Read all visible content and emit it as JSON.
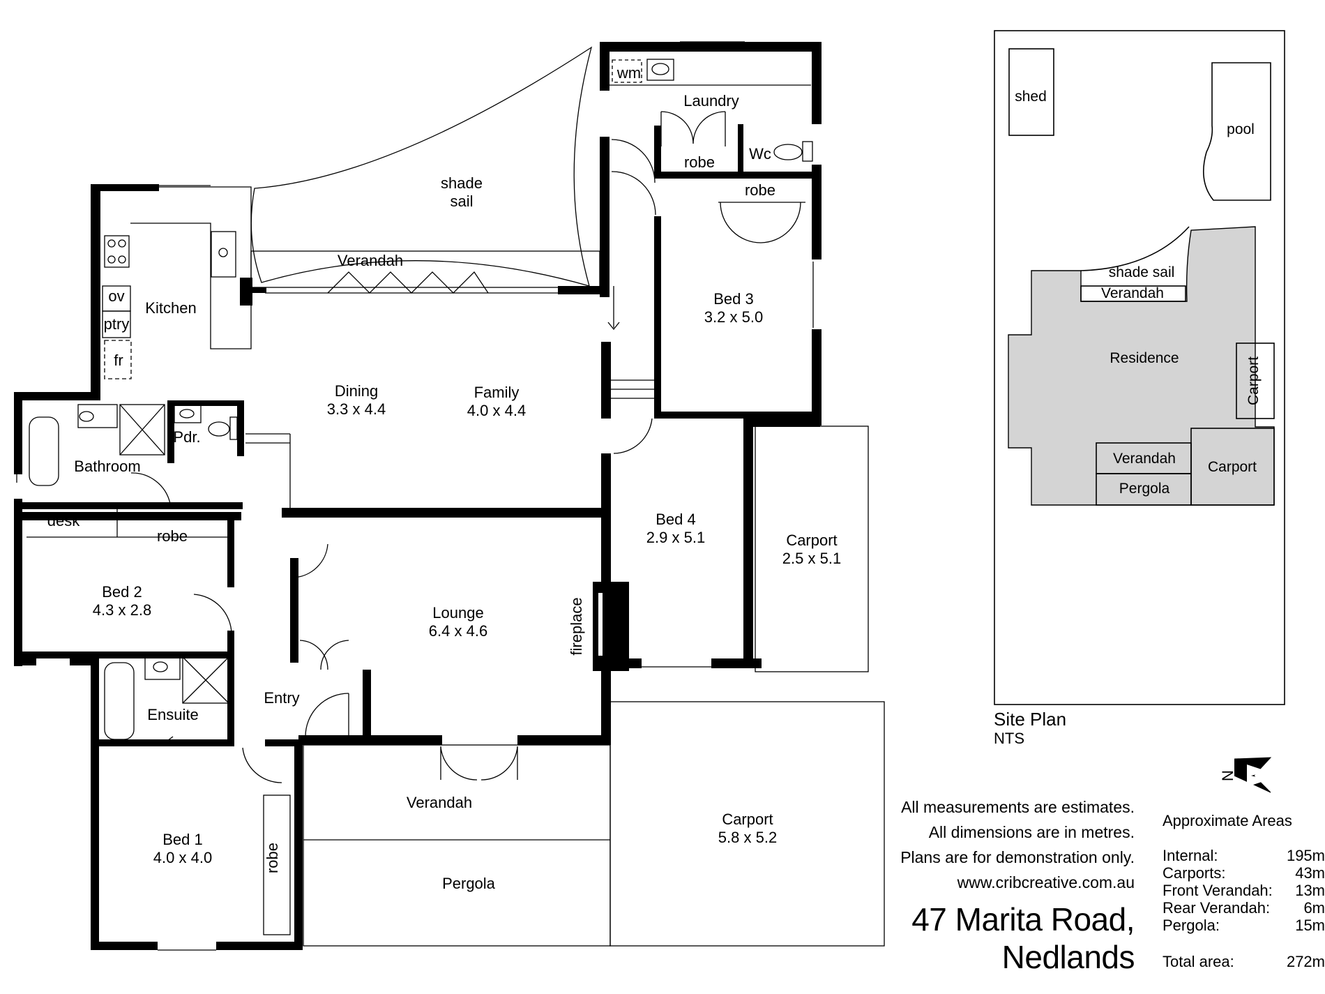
{
  "floor_plan": {
    "rooms": [
      {
        "id": "laundry",
        "name": "Laundry",
        "size": ""
      },
      {
        "id": "wm",
        "name": "wm",
        "size": ""
      },
      {
        "id": "laundry_robe",
        "name": "robe",
        "size": ""
      },
      {
        "id": "wc",
        "name": "Wc",
        "size": ""
      },
      {
        "id": "bed3_robe",
        "name": "robe",
        "size": ""
      },
      {
        "id": "shade_sail",
        "name": "shade\nsail",
        "size": ""
      },
      {
        "id": "verandah_rear",
        "name": "Verandah",
        "size": ""
      },
      {
        "id": "kitchen",
        "name": "Kitchen",
        "size": ""
      },
      {
        "id": "ov",
        "name": "ov",
        "size": ""
      },
      {
        "id": "ptry",
        "name": "ptry",
        "size": ""
      },
      {
        "id": "fr",
        "name": "fr",
        "size": ""
      },
      {
        "id": "bed3",
        "name": "Bed 3",
        "size": "3.2 x 5.0"
      },
      {
        "id": "dining",
        "name": "Dining",
        "size": "3.3 x 4.4"
      },
      {
        "id": "family",
        "name": "Family",
        "size": "4.0 x 4.4"
      },
      {
        "id": "bathroom",
        "name": "Bathroom",
        "size": ""
      },
      {
        "id": "pdr",
        "name": "Pdr.",
        "size": ""
      },
      {
        "id": "bed4",
        "name": "Bed 4",
        "size": "2.9 x 5.1"
      },
      {
        "id": "carport_side",
        "name": "Carport",
        "size": "2.5 x 5.1"
      },
      {
        "id": "desk",
        "name": "desk",
        "size": ""
      },
      {
        "id": "bed2_robe",
        "name": "robe",
        "size": ""
      },
      {
        "id": "bed2",
        "name": "Bed 2",
        "size": "4.3 x 2.8"
      },
      {
        "id": "lounge",
        "name": "Lounge",
        "size": "6.4 x 4.6"
      },
      {
        "id": "fireplace",
        "name": "fireplace",
        "size": ""
      },
      {
        "id": "ensuite",
        "name": "Ensuite",
        "size": ""
      },
      {
        "id": "entry",
        "name": "Entry",
        "size": ""
      },
      {
        "id": "verandah_front",
        "name": "Verandah",
        "size": ""
      },
      {
        "id": "carport_front",
        "name": "Carport",
        "size": "5.8 x 5.2"
      },
      {
        "id": "bed1",
        "name": "Bed 1",
        "size": "4.0 x 4.0"
      },
      {
        "id": "bed1_robe",
        "name": "robe",
        "size": ""
      },
      {
        "id": "pergola",
        "name": "Pergola",
        "size": ""
      }
    ]
  },
  "site_plan": {
    "title": "Site Plan",
    "scale": "NTS",
    "north_label": "N",
    "labels": {
      "shed": "shed",
      "pool": "pool",
      "shade_sail": "shade sail",
      "verandah_rear": "Verandah",
      "residence": "Residence",
      "carport_side": "Carport",
      "verandah_front": "Verandah",
      "carport_front": "Carport",
      "pergola": "Pergola"
    },
    "residence_fill": "#d4d4d4"
  },
  "notes": [
    "All measurements are estimates.",
    "All dimensions are in metres.",
    "Plans are for demonstration only.",
    "www.cribcreative.com.au"
  ],
  "address": {
    "line1": "47 Marita Road,",
    "line2": "Nedlands"
  },
  "approximate_areas": {
    "heading": "Approximate Areas",
    "rows": [
      {
        "label": "Internal:",
        "value": "195m"
      },
      {
        "label": "Carports:",
        "value": "43m"
      },
      {
        "label": "Front Verandah:",
        "value": "13m"
      },
      {
        "label": "Rear Verandah:",
        "value": "6m"
      },
      {
        "label": "Pergola:",
        "value": "15m"
      }
    ],
    "total": {
      "label": "Total area:",
      "value": "272m"
    }
  }
}
